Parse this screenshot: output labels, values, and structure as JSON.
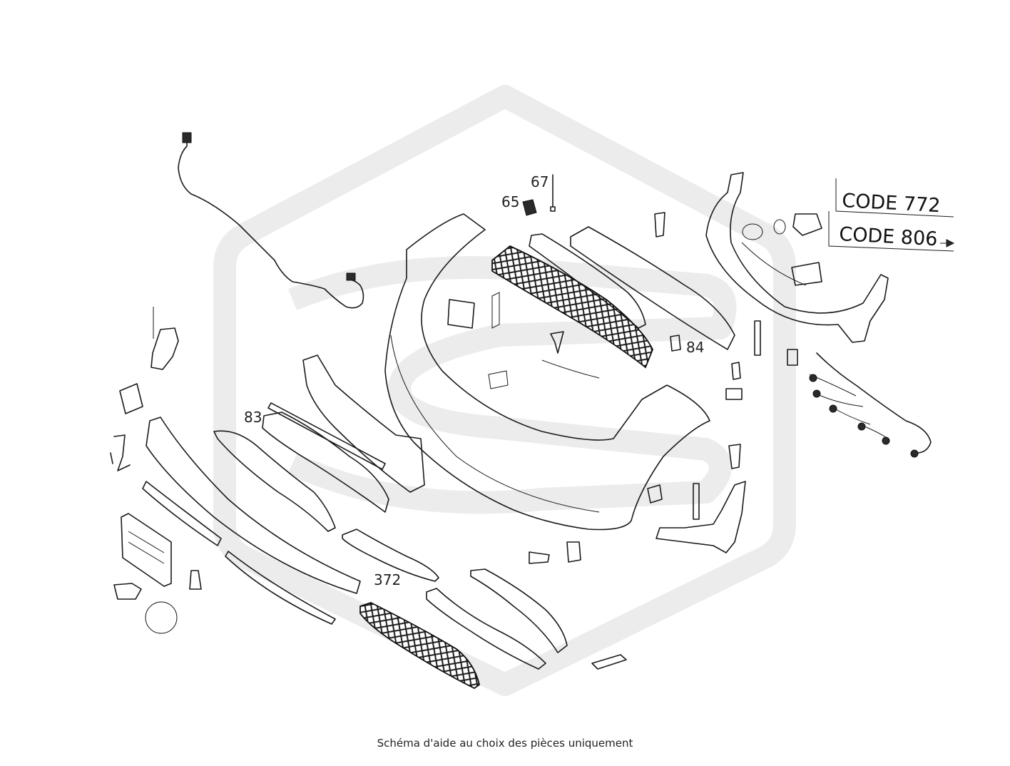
{
  "callouts": {
    "c65": "65",
    "c67": "67",
    "c83": "83",
    "c84": "84",
    "c372": "372"
  },
  "codes": {
    "code1": "CODE 772",
    "code2": "CODE 806"
  },
  "caption": "Schéma d'aide au choix des pièces uniquement",
  "icons": {
    "arrow": "arrow-right-icon",
    "watermark": "hexagon-logo-watermark"
  }
}
